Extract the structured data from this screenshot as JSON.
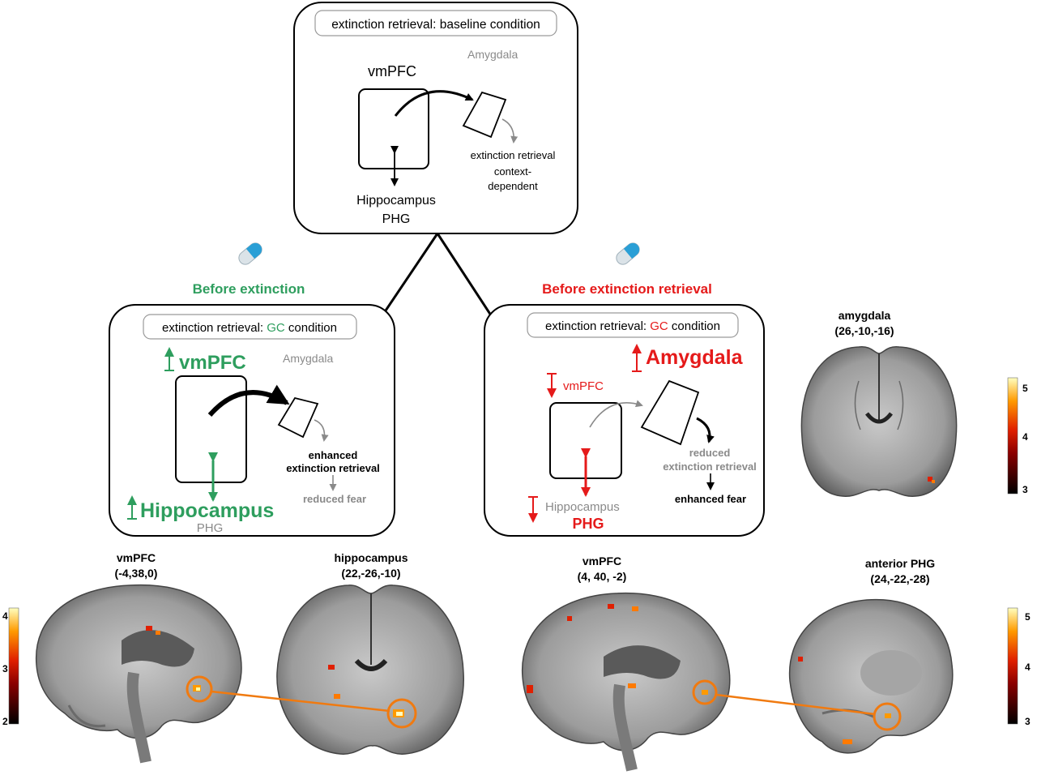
{
  "colors": {
    "green": "#2e9e5e",
    "red": "#e51a1a",
    "gray": "#8a8a8a",
    "black": "#000000",
    "orange": "#f07a10",
    "pill_blue": "#2a9fd6"
  },
  "top_panel": {
    "condition": "extinction retrieval: baseline condition",
    "vmpfc": "vmPFC",
    "amygdala": "Amygdala",
    "hippocampus": "Hippocampus",
    "phg": "PHG",
    "outcome_line1": "extinction retrieval",
    "outcome_line2": "context-",
    "outcome_line3": "dependent"
  },
  "left_panel": {
    "heading": "Before extinction",
    "condition_prefix": "extinction retrieval: ",
    "condition_gc": "GC",
    "condition_suffix": " condition",
    "vmpfc": "vmPFC",
    "amygdala": "Amygdala",
    "hippocampus": "Hippocampus",
    "phg": "PHG",
    "outcome_line1": "enhanced",
    "outcome_line2": "extinction retrieval",
    "outcome_line3": "reduced fear"
  },
  "right_panel": {
    "heading": "Before extinction retrieval",
    "condition_prefix": "extinction retrieval: ",
    "condition_gc": "GC",
    "condition_suffix": " condition",
    "amygdala": "Amygdala",
    "vmpfc": "vmPFC",
    "hippocampus": "Hippocampus",
    "phg": "PHG",
    "outcome_line1": "reduced",
    "outcome_line2": "extinction retrieval",
    "outcome_line3": "enhanced fear"
  },
  "brain_images": [
    {
      "label": "vmPFC",
      "coords": "(-4,38,0)"
    },
    {
      "label": "hippocampus",
      "coords": "(22,-26,-10)"
    },
    {
      "label": "vmPFC",
      "coords": "(4, 40, -2)"
    },
    {
      "label": "anterior PHG",
      "coords": "(24,-22,-28)"
    },
    {
      "label": "amygdala",
      "coords": "(26,-10,-16)"
    }
  ],
  "colorbars": [
    {
      "ticks": [
        "4",
        "3",
        "2"
      ]
    },
    {
      "ticks": [
        "5",
        "4",
        "3"
      ]
    },
    {
      "ticks": [
        "5",
        "4",
        "3"
      ]
    }
  ]
}
